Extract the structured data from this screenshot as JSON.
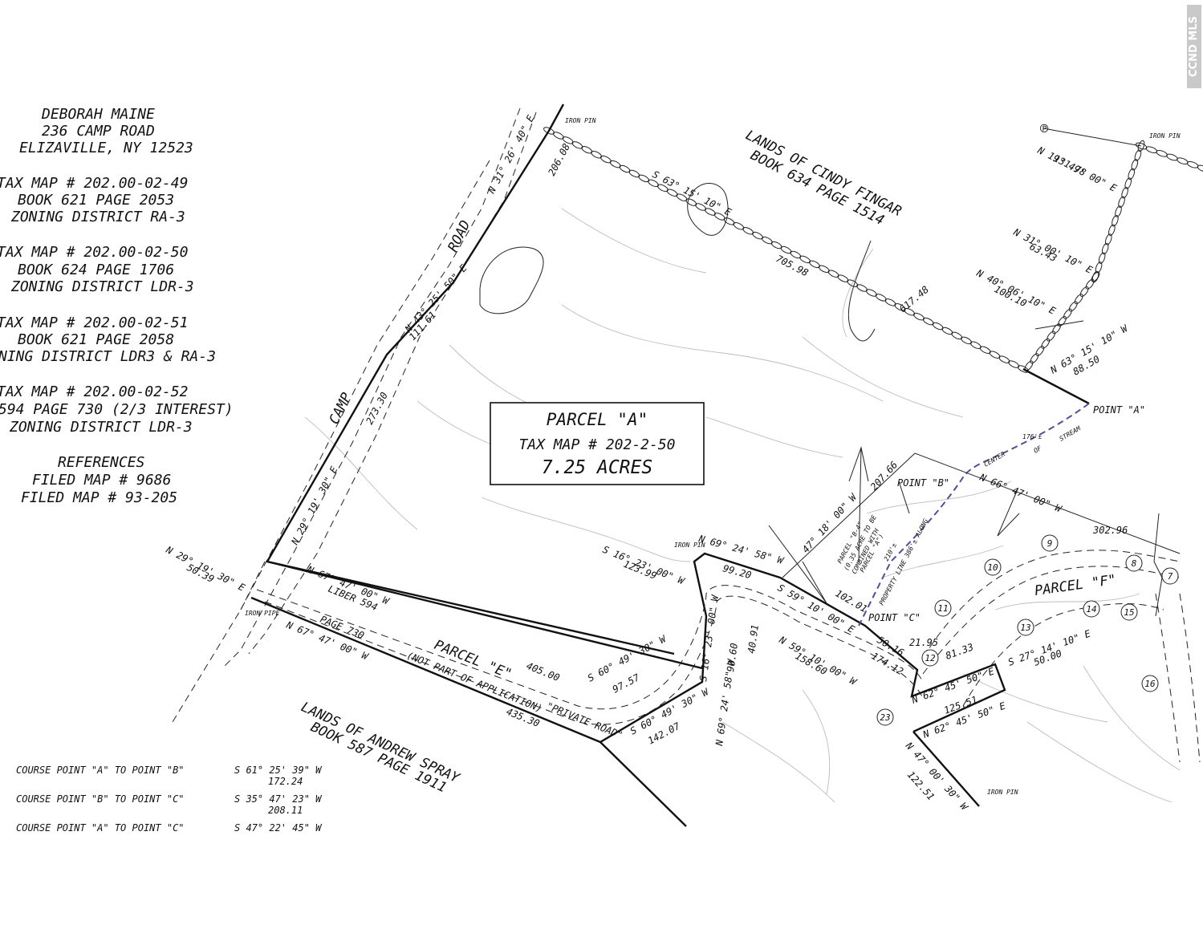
{
  "watermark": "CCND MLS",
  "owner": {
    "name": "DEBORAH MAINE",
    "street": "236 CAMP ROAD",
    "city": "ELIZAVILLE, NY 12523"
  },
  "tax_parcels": [
    {
      "map": "TAX MAP # 202.00-02-49",
      "book": "BOOK 621 PAGE 2053",
      "zoning": "ZONING DISTRICT RA-3"
    },
    {
      "map": "TAX MAP # 202.00-02-50",
      "book": "BOOK 624 PAGE 1706",
      "zoning": "ZONING DISTRICT LDR-3"
    },
    {
      "map": "TAX MAP # 202.00-02-51",
      "book": "BOOK 621 PAGE 2058",
      "zoning": "NING DISTRICT LDR3 & RA-3"
    },
    {
      "map": "TAX MAP # 202.00-02-52",
      "book": "594 PAGE 730 (2/3 INTEREST)",
      "zoning": "ZONING DISTRICT LDR-3"
    }
  ],
  "references": {
    "heading": "REFERENCES",
    "items": [
      "FILED MAP # 9686",
      "FILED MAP # 93-205"
    ]
  },
  "parcel_a": {
    "title": "PARCEL \"A\"",
    "tax_map": "TAX MAP # 202-2-50",
    "acres": "7.25 ACRES"
  },
  "road_name": {
    "camp": "CAMP",
    "road": "ROAD"
  },
  "lands": {
    "fingar_1": "LANDS OF CINDY FINGAR",
    "fingar_2": "BOOK 634 PAGE 1514",
    "spray_1": "LANDS OF ANDREW SPRAY",
    "spray_2": "BOOK 587 PAGE 1911"
  },
  "labels": {
    "parcel_e": "PARCEL \"E\"",
    "not_part": "(NOT PART OF APPLICATION)",
    "private_road": "\"PRIVATE ROAD\"",
    "liber": "LIBER 594",
    "page": "PAGE 730",
    "parcel_f": "PARCEL \"F\"",
    "point_a": "POINT \"A\"",
    "point_b": "POINT \"B\"",
    "point_c": "POINT \"C\"",
    "center": "CENTER",
    "of": "OF",
    "stream": "STREAM",
    "property_line": "PROPERTY LINE 386'± ALONG",
    "stream_176": "176'±",
    "parcel_b4": "PARCEL \"B-4\"",
    "parcel_b4_note1": "(0.35 ACRE TO BE",
    "parcel_b4_note2": "COMBINED WITH",
    "parcel_b4_note3": "PARCEL \"A\")",
    "dim_210": "210'±",
    "iron_pin": "IRON PIN",
    "iron_pipe": "IRON PIPE",
    "pl": "℗"
  },
  "bearings": {
    "b1": "N 31° 26' 40\" E",
    "d1": "206.08",
    "b2": "N 43° 25' 50\" E",
    "d2": "111.61",
    "d3": "273.30",
    "b4": "N 29° 19' 30\" E",
    "b5": "N 29° 19' 30\" E",
    "d5": "50.39",
    "b6": "S 63° 15' 10\" E",
    "d6a": "705.98",
    "d6b": "617.48",
    "b7": "N 19° 49' 00\" E",
    "d7": "131.78",
    "b8": "N 31° 00' 10\" E",
    "d8": "63.43",
    "b9": "N 40° 06' 10\" E",
    "d9": "100.10",
    "b10": "N 63° 15' 10\" W",
    "d10": "88.50",
    "b11": "N 67° 47' 00\" W",
    "b12": "N 67° 47' 00\" W",
    "d12a": "405.00",
    "d12b": "435.30",
    "b13": "S 16° 23' 00\" W",
    "d13": "123.99",
    "b14": "S 60° 49' 30\" W",
    "d14": "97.57",
    "b15": "N 69° 24' 58\" W",
    "d15": "99.20",
    "b16": "S 59° 10' 00\" E",
    "d16": "102.01",
    "b17": "47° 18' 00\" W",
    "d17": "207.66",
    "b18": "N 66° 47' 00\" W",
    "d18": "302.96",
    "b19": "S 16° 23' 00\" W",
    "d19": "90.60",
    "b20": "N 69° 24' 58\" W",
    "d20": "40.91",
    "b21": "S 60° 49' 30\" W",
    "d21": "142.07",
    "b22": "N 59° 10' 00\" W",
    "d22": "158.60",
    "d23": "50.16",
    "d24": "174.12",
    "d25": "21.95",
    "b26": "N 62° 45' 50\" E",
    "d26": "81.33",
    "b27": "S 27° 14' 10\" E",
    "d27": "50.00",
    "b28": "N 62° 45' 50\" E",
    "d28": "125.51",
    "b29": "N 47° 00' 30\" W",
    "d29": "122.51"
  },
  "lot_numbers": [
    "7",
    "8",
    "9",
    "10",
    "11",
    "12",
    "13",
    "14",
    "15",
    "16",
    "23"
  ],
  "courses": [
    {
      "label": "COURSE POINT \"A\" TO POINT \"B\"",
      "bearing": "S 61° 25' 39\" W",
      "dist": "172.24"
    },
    {
      "label": "COURSE POINT \"B\" TO POINT \"C\"",
      "bearing": "S 35° 47' 23\" W",
      "dist": "208.11"
    },
    {
      "label": "COURSE POINT \"A\" TO POINT \"C\"",
      "bearing": "S 47° 22' 45\" W",
      "dist": ""
    }
  ]
}
